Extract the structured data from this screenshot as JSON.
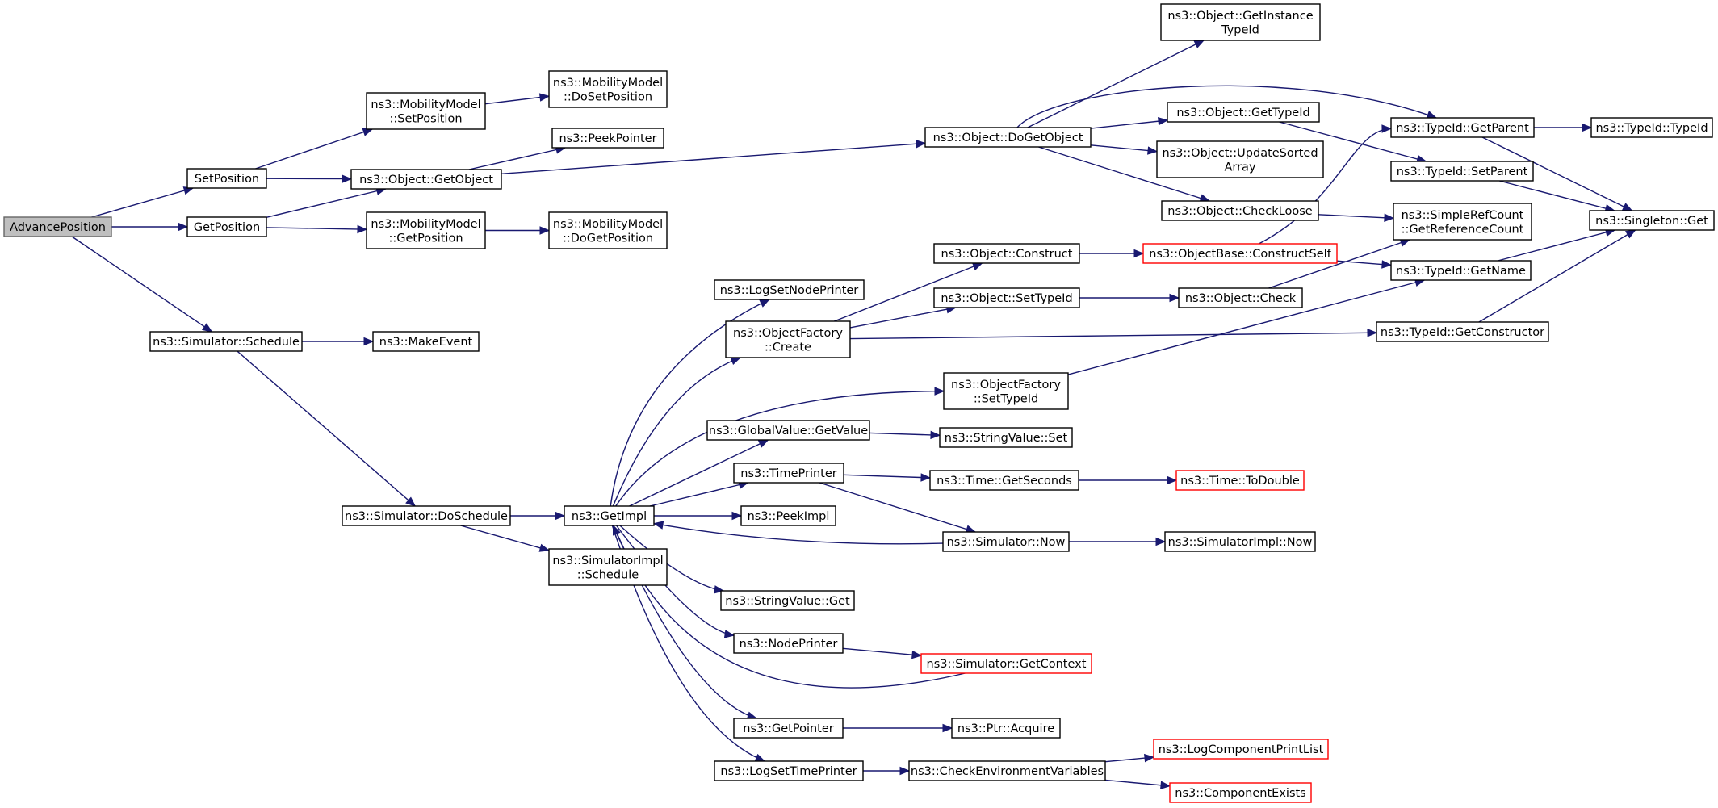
{
  "graph": {
    "root": "AdvancePosition",
    "colors": {
      "edge": "#191970",
      "node_border": "#000000",
      "root_fill": "#bfbfbf",
      "red_border": "#ff0000",
      "background": "#ffffff"
    },
    "nodes": [
      {
        "id": "advance",
        "lines": [
          "AdvancePosition"
        ],
        "kind": "root"
      },
      {
        "id": "setpos",
        "lines": [
          "SetPosition"
        ]
      },
      {
        "id": "getpos",
        "lines": [
          "GetPosition"
        ]
      },
      {
        "id": "mm_setpos",
        "lines": [
          "ns3::MobilityModel",
          "::SetPosition"
        ]
      },
      {
        "id": "mm_dosetpos",
        "lines": [
          "ns3::MobilityModel",
          "::DoSetPosition"
        ]
      },
      {
        "id": "getobject",
        "lines": [
          "ns3::Object::GetObject"
        ]
      },
      {
        "id": "peekpointer",
        "lines": [
          "ns3::PeekPointer"
        ]
      },
      {
        "id": "mm_getpos",
        "lines": [
          "ns3::MobilityModel",
          "::GetPosition"
        ]
      },
      {
        "id": "mm_dogetpos",
        "lines": [
          "ns3::MobilityModel",
          "::DoGetPosition"
        ]
      },
      {
        "id": "sim_schedule",
        "lines": [
          "ns3::Simulator::Schedule"
        ]
      },
      {
        "id": "makeevent",
        "lines": [
          "ns3::MakeEvent"
        ]
      },
      {
        "id": "sim_doschedule",
        "lines": [
          "ns3::Simulator::DoSchedule"
        ]
      },
      {
        "id": "getimpl",
        "lines": [
          "ns3::GetImpl"
        ]
      },
      {
        "id": "simimpl_schedule",
        "lines": [
          "ns3::SimulatorImpl",
          "::Schedule"
        ]
      },
      {
        "id": "dogetobject",
        "lines": [
          "ns3::Object::DoGetObject"
        ]
      },
      {
        "id": "getinstancetypeid",
        "lines": [
          "ns3::Object::GetInstance",
          "TypeId"
        ]
      },
      {
        "id": "obj_gettypeid",
        "lines": [
          "ns3::Object::GetTypeId"
        ]
      },
      {
        "id": "updatesorted",
        "lines": [
          "ns3::Object::UpdateSorted",
          "Array"
        ]
      },
      {
        "id": "checkloose",
        "lines": [
          "ns3::Object::CheckLoose"
        ]
      },
      {
        "id": "tid_getparent",
        "lines": [
          "ns3::TypeId::GetParent"
        ]
      },
      {
        "id": "tid_typeid",
        "lines": [
          "ns3::TypeId::TypeId"
        ]
      },
      {
        "id": "tid_setparent",
        "lines": [
          "ns3::TypeId::SetParent"
        ]
      },
      {
        "id": "singleton_get",
        "lines": [
          "ns3::Singleton::Get"
        ]
      },
      {
        "id": "refcount",
        "lines": [
          "ns3::SimpleRefCount",
          "::GetReferenceCount"
        ]
      },
      {
        "id": "tid_getname",
        "lines": [
          "ns3::TypeId::GetName"
        ]
      },
      {
        "id": "tid_getconstructor",
        "lines": [
          "ns3::TypeId::GetConstructor"
        ]
      },
      {
        "id": "logsetnodeprinter",
        "lines": [
          "ns3::LogSetNodePrinter"
        ]
      },
      {
        "id": "of_create",
        "lines": [
          "ns3::ObjectFactory",
          "::Create"
        ]
      },
      {
        "id": "obj_construct",
        "lines": [
          "ns3::Object::Construct"
        ]
      },
      {
        "id": "obj_settypeid",
        "lines": [
          "ns3::Object::SetTypeId"
        ]
      },
      {
        "id": "constructself",
        "lines": [
          "ns3::ObjectBase::ConstructSelf"
        ],
        "kind": "red"
      },
      {
        "id": "obj_check",
        "lines": [
          "ns3::Object::Check"
        ]
      },
      {
        "id": "of_settypeid",
        "lines": [
          "ns3::ObjectFactory",
          "::SetTypeId"
        ]
      },
      {
        "id": "gv_getvalue",
        "lines": [
          "ns3::GlobalValue::GetValue"
        ]
      },
      {
        "id": "sv_set",
        "lines": [
          "ns3::StringValue::Set"
        ]
      },
      {
        "id": "timeprinter",
        "lines": [
          "ns3::TimePrinter"
        ]
      },
      {
        "id": "time_getseconds",
        "lines": [
          "ns3::Time::GetSeconds"
        ]
      },
      {
        "id": "time_todouble",
        "lines": [
          "ns3::Time::ToDouble"
        ],
        "kind": "red"
      },
      {
        "id": "peekimpl",
        "lines": [
          "ns3::PeekImpl"
        ]
      },
      {
        "id": "sim_now",
        "lines": [
          "ns3::Simulator::Now"
        ]
      },
      {
        "id": "simimpl_now",
        "lines": [
          "ns3::SimulatorImpl::Now"
        ]
      },
      {
        "id": "sv_get",
        "lines": [
          "ns3::StringValue::Get"
        ]
      },
      {
        "id": "nodeprinter",
        "lines": [
          "ns3::NodePrinter"
        ]
      },
      {
        "id": "sim_getcontext",
        "lines": [
          "ns3::Simulator::GetContext"
        ],
        "kind": "red"
      },
      {
        "id": "getpointer",
        "lines": [
          "ns3::GetPointer"
        ]
      },
      {
        "id": "ptr_acquire",
        "lines": [
          "ns3::Ptr::Acquire"
        ]
      },
      {
        "id": "logsettimeprinter",
        "lines": [
          "ns3::LogSetTimePrinter"
        ]
      },
      {
        "id": "checkenv",
        "lines": [
          "ns3::CheckEnvironmentVariables"
        ]
      },
      {
        "id": "logcompprintlist",
        "lines": [
          "ns3::LogComponentPrintList"
        ],
        "kind": "red"
      },
      {
        "id": "componentexists",
        "lines": [
          "ns3::ComponentExists"
        ],
        "kind": "red"
      }
    ],
    "edges": [
      [
        "advance",
        "setpos"
      ],
      [
        "advance",
        "getpos"
      ],
      [
        "advance",
        "sim_schedule"
      ],
      [
        "setpos",
        "mm_setpos"
      ],
      [
        "setpos",
        "getobject"
      ],
      [
        "getpos",
        "getobject"
      ],
      [
        "getpos",
        "mm_getpos"
      ],
      [
        "mm_setpos",
        "mm_dosetpos"
      ],
      [
        "getobject",
        "peekpointer"
      ],
      [
        "getobject",
        "dogetobject"
      ],
      [
        "mm_getpos",
        "mm_dogetpos"
      ],
      [
        "sim_schedule",
        "makeevent"
      ],
      [
        "sim_schedule",
        "sim_doschedule"
      ],
      [
        "sim_doschedule",
        "getimpl"
      ],
      [
        "sim_doschedule",
        "simimpl_schedule"
      ],
      [
        "dogetobject",
        "getinstancetypeid"
      ],
      [
        "dogetobject",
        "tid_getparent"
      ],
      [
        "dogetobject",
        "obj_gettypeid"
      ],
      [
        "dogetobject",
        "updatesorted"
      ],
      [
        "dogetobject",
        "checkloose"
      ],
      [
        "obj_gettypeid",
        "tid_setparent"
      ],
      [
        "checkloose",
        "refcount"
      ],
      [
        "tid_getparent",
        "tid_typeid"
      ],
      [
        "tid_getparent",
        "singleton_get"
      ],
      [
        "tid_setparent",
        "singleton_get"
      ],
      [
        "tid_getname",
        "singleton_get"
      ],
      [
        "tid_getconstructor",
        "singleton_get"
      ],
      [
        "getimpl",
        "logsetnodeprinter"
      ],
      [
        "getimpl",
        "of_create"
      ],
      [
        "getimpl",
        "of_settypeid"
      ],
      [
        "getimpl",
        "gv_getvalue"
      ],
      [
        "getimpl",
        "timeprinter"
      ],
      [
        "getimpl",
        "peekimpl"
      ],
      [
        "getimpl",
        "sv_get"
      ],
      [
        "getimpl",
        "nodeprinter"
      ],
      [
        "getimpl",
        "getpointer"
      ],
      [
        "getimpl",
        "logsettimeprinter"
      ],
      [
        "of_create",
        "obj_construct"
      ],
      [
        "of_create",
        "obj_settypeid"
      ],
      [
        "of_create",
        "tid_getconstructor"
      ],
      [
        "obj_construct",
        "constructself"
      ],
      [
        "constructself",
        "tid_getparent"
      ],
      [
        "constructself",
        "tid_getname"
      ],
      [
        "obj_settypeid",
        "obj_check"
      ],
      [
        "obj_check",
        "refcount"
      ],
      [
        "of_settypeid",
        "tid_getname"
      ],
      [
        "gv_getvalue",
        "sv_set"
      ],
      [
        "timeprinter",
        "time_getseconds"
      ],
      [
        "timeprinter",
        "sim_now"
      ],
      [
        "time_getseconds",
        "time_todouble"
      ],
      [
        "sim_now",
        "getimpl"
      ],
      [
        "sim_now",
        "simimpl_now"
      ],
      [
        "nodeprinter",
        "sim_getcontext"
      ],
      [
        "sim_getcontext",
        "getimpl"
      ],
      [
        "getpointer",
        "ptr_acquire"
      ],
      [
        "logsettimeprinter",
        "checkenv"
      ],
      [
        "checkenv",
        "logcompprintlist"
      ],
      [
        "checkenv",
        "componentexists"
      ]
    ]
  }
}
